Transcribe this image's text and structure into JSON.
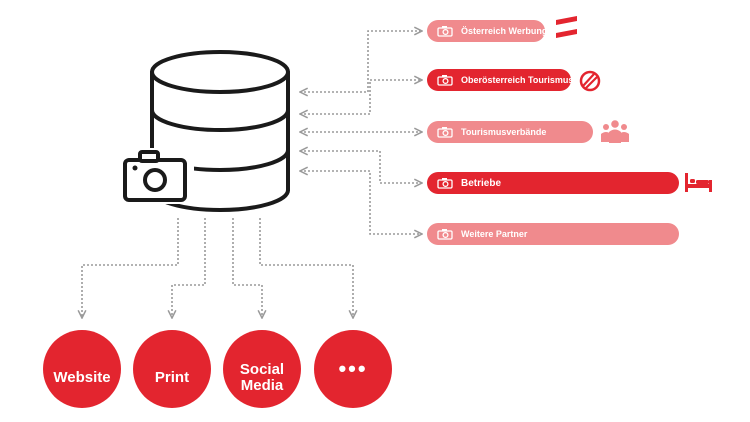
{
  "colors": {
    "accent": "#e3252f",
    "accent_light": "#f08a8d",
    "line": "#9a9a9a",
    "ink": "#1a1a1a"
  },
  "partners": [
    {
      "label": "Österreich Werbung",
      "style": "light",
      "icon": "austria-flag-icon"
    },
    {
      "label": "Oberösterreich Tourismus",
      "style": "strong",
      "icon": "ooe-tourismus-logo-icon"
    },
    {
      "label": "Tourismusverbände",
      "style": "light",
      "icon": "people-group-icon"
    },
    {
      "label": "Betriebe",
      "style": "strong",
      "icon": "bed-icon"
    },
    {
      "label": "Weitere Partner",
      "style": "light",
      "icon": ""
    }
  ],
  "channels": [
    {
      "label": "Website",
      "icon": "cursor-click-icon"
    },
    {
      "label": "Print",
      "icon": "open-book-icon"
    },
    {
      "label": "Social Media",
      "icon": "thumbs-up-icon"
    },
    {
      "label": "•••",
      "icon": ""
    }
  ]
}
